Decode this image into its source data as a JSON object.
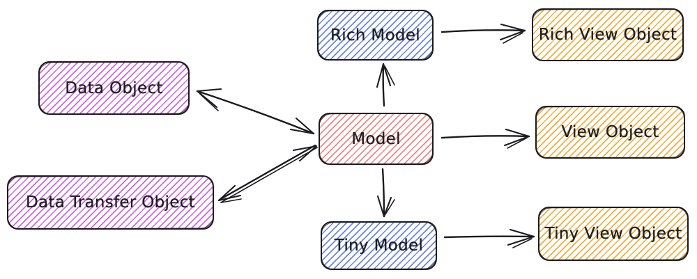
{
  "diagram": {
    "nodes": [
      {
        "id": "rich-model",
        "label": "Rich Model",
        "color": "blue"
      },
      {
        "id": "rich-view-object",
        "label": "Rich View Object",
        "color": "yellow"
      },
      {
        "id": "data-object",
        "label": "Data Object",
        "color": "purple"
      },
      {
        "id": "model",
        "label": "Model",
        "color": "red"
      },
      {
        "id": "view-object",
        "label": "View Object",
        "color": "yellow"
      },
      {
        "id": "data-transfer-object",
        "label": "Data Transfer Object",
        "color": "purple"
      },
      {
        "id": "tiny-model",
        "label": "Tiny Model",
        "color": "blue"
      },
      {
        "id": "tiny-view-object",
        "label": "Tiny View Object",
        "color": "yellow"
      }
    ],
    "edges": [
      {
        "from": "model",
        "to": "data-object",
        "bidirectional": true,
        "line": "single"
      },
      {
        "from": "model",
        "to": "data-transfer-object",
        "bidirectional": true,
        "line": "double"
      },
      {
        "from": "model",
        "to": "rich-model",
        "bidirectional": false,
        "line": "single"
      },
      {
        "from": "model",
        "to": "tiny-model",
        "bidirectional": false,
        "line": "single"
      },
      {
        "from": "rich-model",
        "to": "rich-view-object",
        "bidirectional": false,
        "line": "single"
      },
      {
        "from": "model",
        "to": "view-object",
        "bidirectional": false,
        "line": "single"
      },
      {
        "from": "tiny-model",
        "to": "tiny-view-object",
        "bidirectional": false,
        "line": "single"
      }
    ],
    "colors": {
      "blue": "#6d86da",
      "purple": "#cd68df",
      "red": "#ee8784",
      "yellow": "#f1ae3f",
      "stroke": "#1b1b1f",
      "text": "#1e1e1e",
      "background": "#ffffff"
    }
  }
}
